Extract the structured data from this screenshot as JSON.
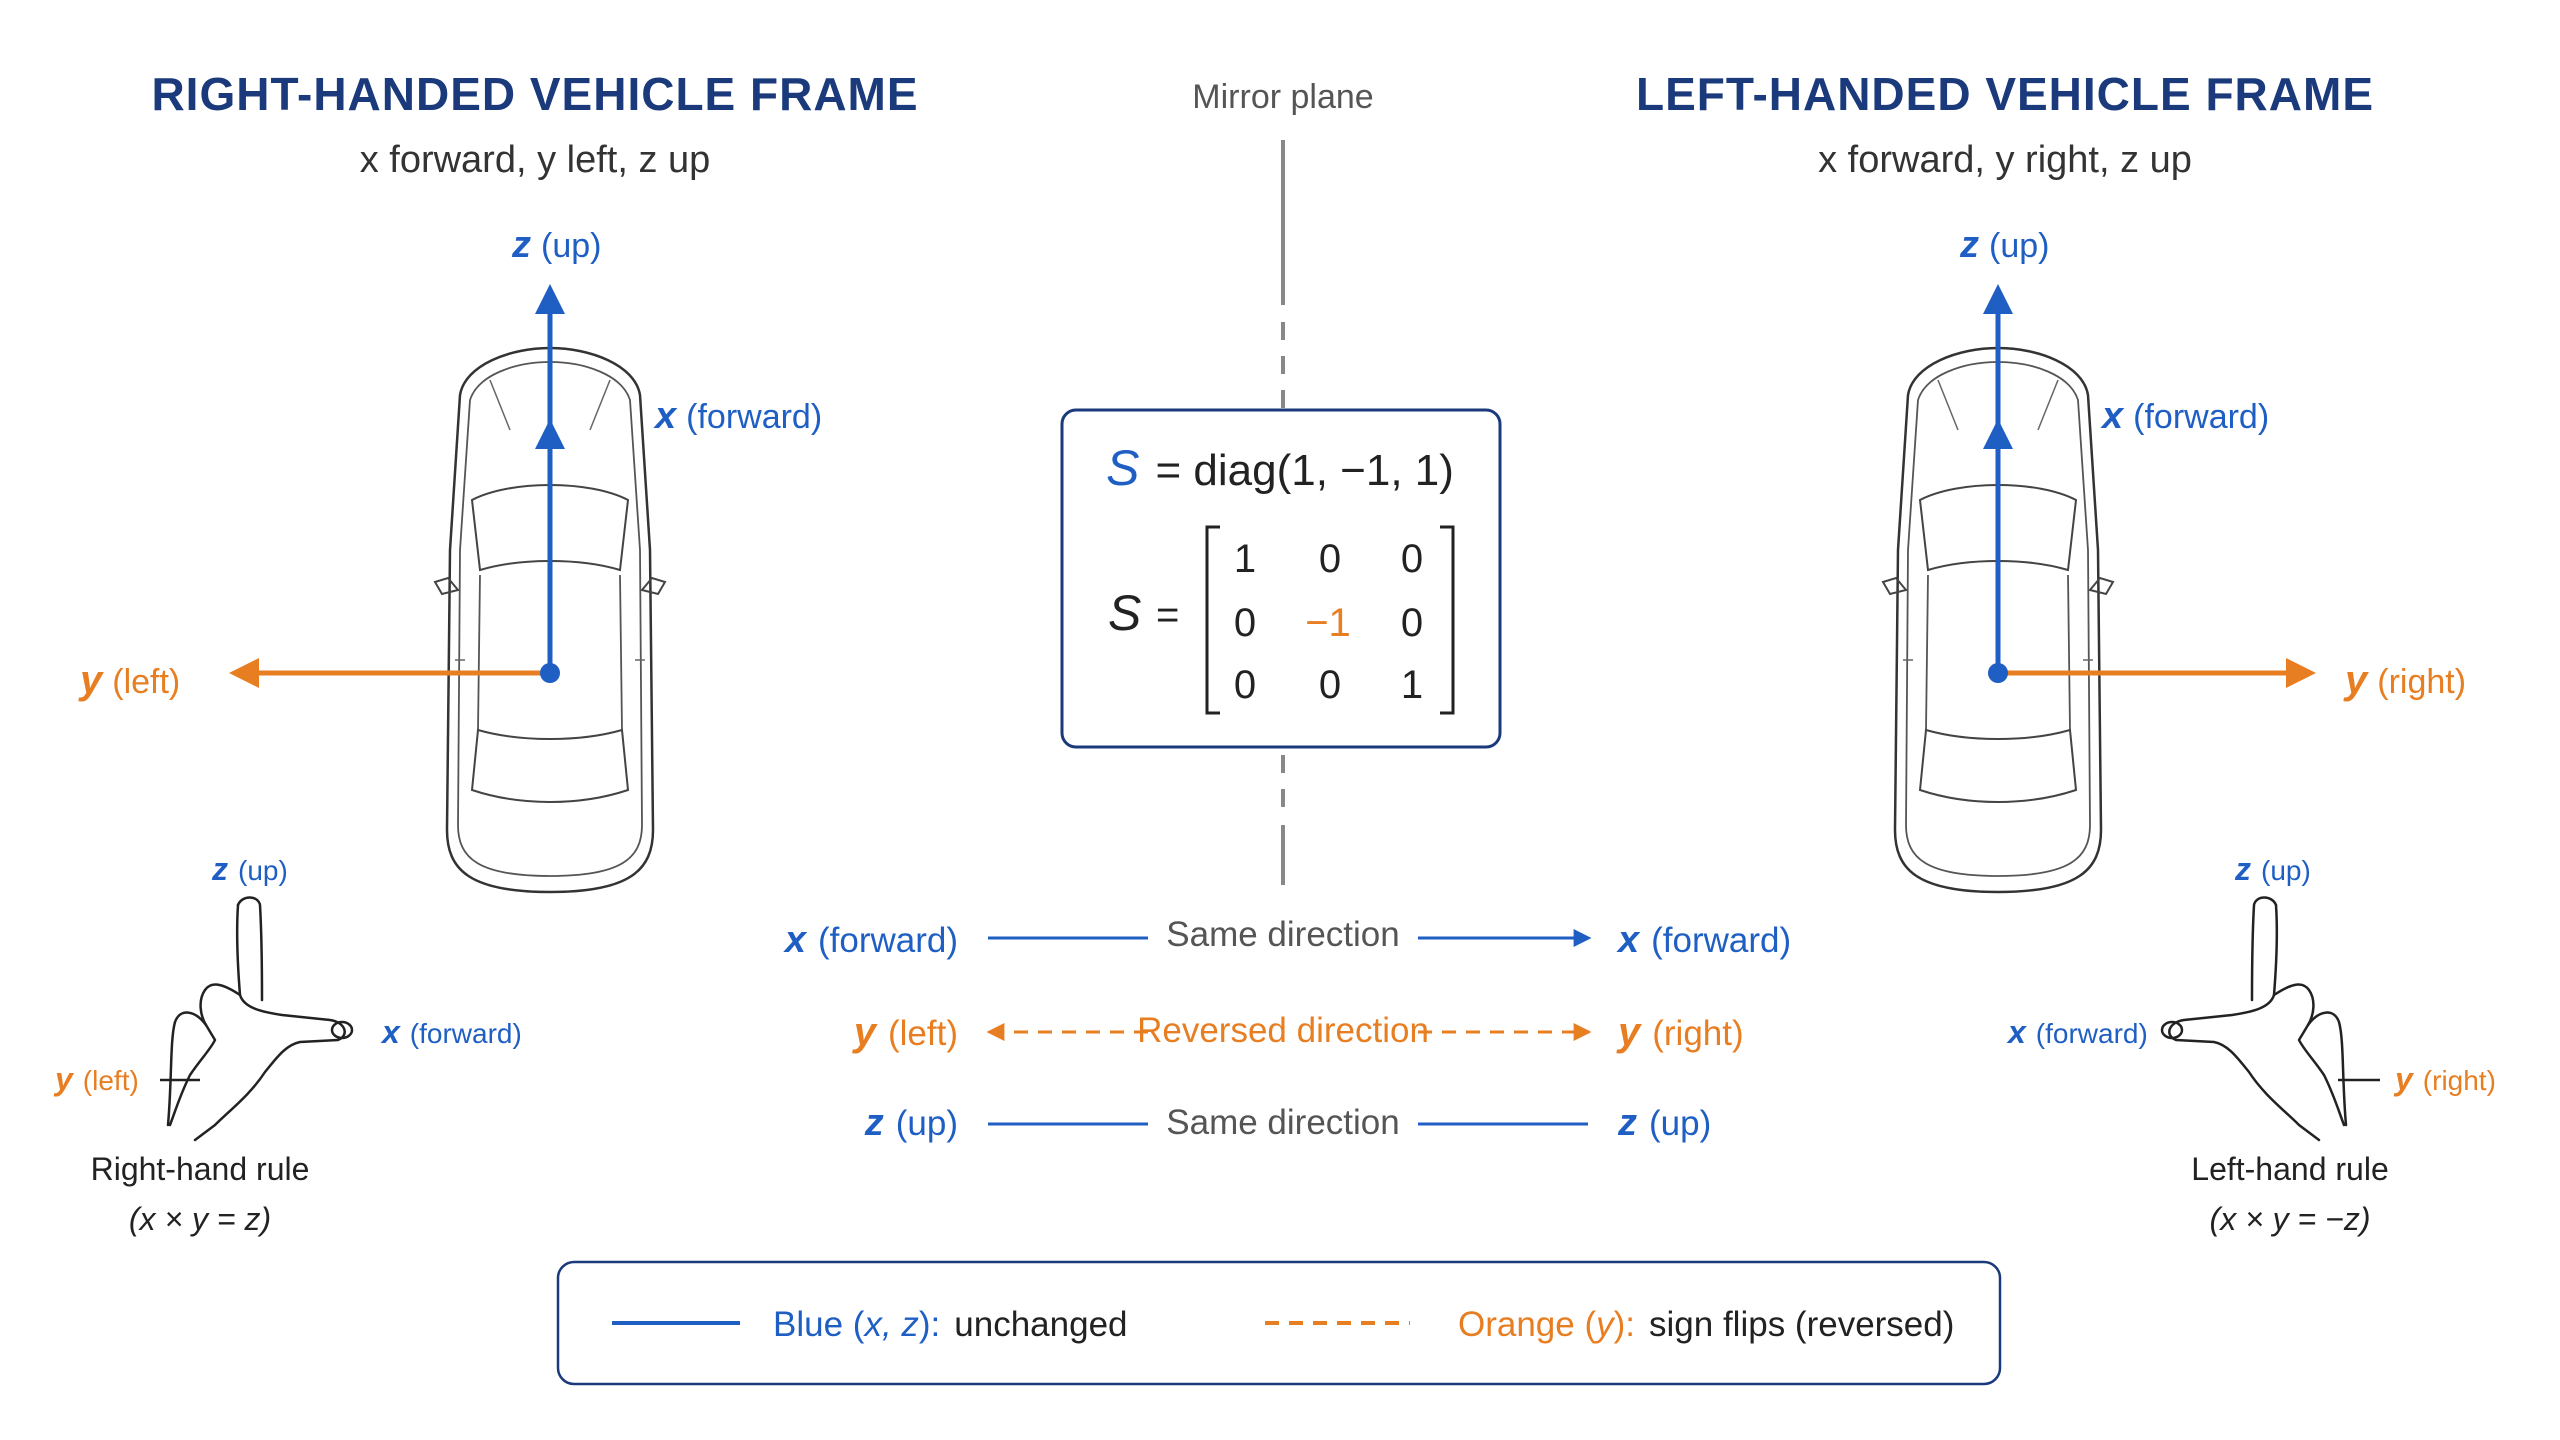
{
  "left_frame": {
    "title": "RIGHT-HANDED VEHICLE FRAME",
    "subtitle": "x forward, y left, z up",
    "z_label": "z",
    "z_paren": "(up)",
    "x_label": "x",
    "x_paren": "(forward)",
    "y_label": "y",
    "y_paren": "(left)",
    "hand": {
      "z_label": "z",
      "z_paren": "(up)",
      "x_label": "x",
      "x_paren": "(forward)",
      "y_label": "y",
      "y_paren": "(left)",
      "rule_name": "Right-hand rule",
      "rule_formula": "(x × y = z)"
    }
  },
  "right_frame": {
    "title": "LEFT-HANDED VEHICLE FRAME",
    "subtitle": "x forward, y right, z up",
    "z_label": "z",
    "z_paren": "(up)",
    "x_label": "x",
    "x_paren": "(forward)",
    "y_label": "y",
    "y_paren": "(right)",
    "hand": {
      "z_label": "z",
      "z_paren": "(up)",
      "x_label": "x",
      "x_paren": "(forward)",
      "y_label": "y",
      "y_paren": "(right)",
      "rule_name": "Left-hand rule",
      "rule_formula": "(x × y = −z)"
    }
  },
  "mirror": {
    "label": "Mirror plane"
  },
  "matrix_box": {
    "symbol": "S",
    "equation": "= diag(1, −1, 1)",
    "eq_sign": "=",
    "rows": [
      [
        "1",
        "0",
        "0"
      ],
      [
        "0",
        "−1",
        "0"
      ],
      [
        "0",
        "0",
        "1"
      ]
    ]
  },
  "mapping": [
    {
      "left_label": "x",
      "left_paren": "(forward)",
      "relation": "Same direction",
      "right_label": "x",
      "right_paren": "(forward)",
      "style": "solid"
    },
    {
      "left_label": "y",
      "left_paren": "(left)",
      "relation": "Reversed direction",
      "right_label": "y",
      "right_paren": "(right)",
      "style": "dashed"
    },
    {
      "left_label": "z",
      "left_paren": "(up)",
      "relation": "Same direction",
      "right_label": "z",
      "right_paren": "(up)",
      "style": "solid"
    }
  ],
  "legend": {
    "blue_prefix": "Blue (",
    "blue_vars": "x, z",
    "blue_suffix": "):",
    "blue_desc": "unchanged",
    "orange_prefix": "Orange (",
    "orange_vars": "y",
    "orange_suffix": "):",
    "orange_desc": "sign flips (reversed)"
  },
  "colors": {
    "blue": "#1f5fc4",
    "orange": "#e87e22",
    "navy": "#1a3a7c",
    "gray": "#888888"
  }
}
